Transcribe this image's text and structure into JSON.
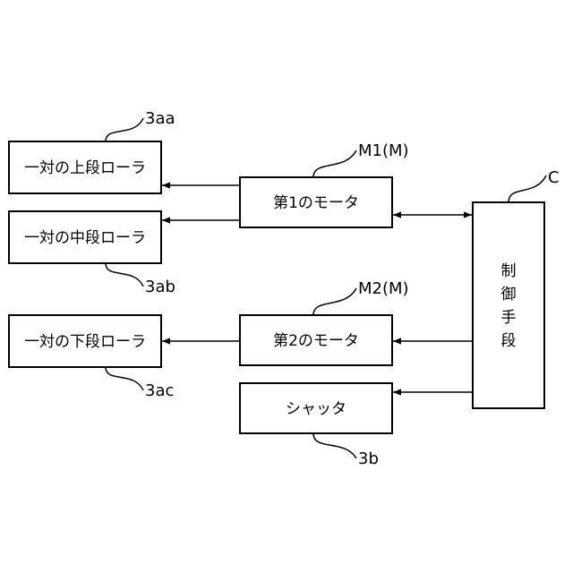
{
  "blocks": {
    "upper_roller": "一対の上段ローラ",
    "middle_roller": "一対の中段ローラ",
    "lower_roller": "一対の下段ローラ",
    "first_motor": "第1のモータ",
    "second_motor": "第2のモータ",
    "shutter": "シャッタ",
    "control_chars": [
      "制",
      "御",
      "手",
      "段"
    ]
  },
  "refs": {
    "upper_roller": "3aa",
    "middle_roller": "3ab",
    "lower_roller": "3ac",
    "first_motor": "M1(M)",
    "second_motor": "M2(M)",
    "shutter": "3b",
    "control": "C"
  }
}
